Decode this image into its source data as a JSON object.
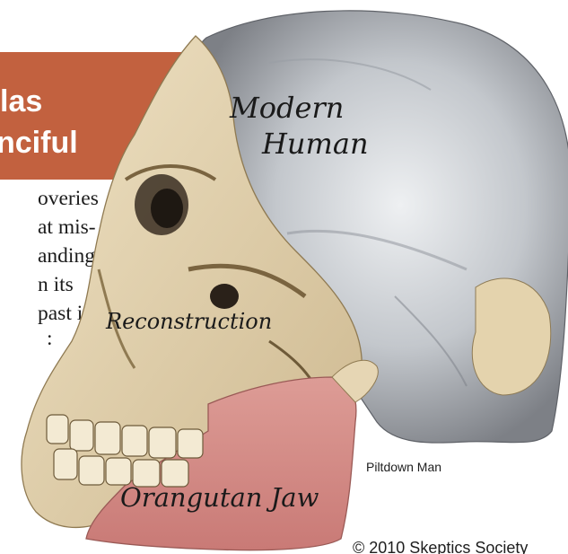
{
  "headline": {
    "line1": "las",
    "line2": "nciful"
  },
  "body_copy": [
    "overies",
    "at mis-",
    "anding",
    "n its",
    "past is",
    ":"
  ],
  "labels": {
    "modern_line1": "Modern",
    "modern_line2": "Human",
    "reconstruction": "Reconstruction",
    "orangutan_jaw": "Orangutan Jaw"
  },
  "caption": "Piltdown Man",
  "copyright": "© 2010 Skeptics Society",
  "colors": {
    "banner": "#c2613f",
    "cranium": "#cfd3d8",
    "face_bone": "#e6d6b4",
    "jaw": "#d58a86",
    "text": "#1c1c1c"
  }
}
